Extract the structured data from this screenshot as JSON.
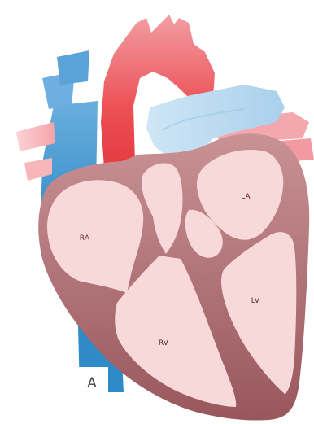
{
  "diagram": {
    "labels": {
      "right_atrium": "RA",
      "left_atrium": "LA",
      "right_ventricle": "RV",
      "left_ventricle": "LV"
    },
    "panel_letter": "A",
    "colors": {
      "aorta": "#e8474c",
      "pulmonary_artery": "#b8d8ee",
      "vena_cava": "#2f8bc8",
      "pulmonary_veins": "#f29aa0",
      "myocardium": "#a56468",
      "chamber_fill": "#f8d9d9"
    }
  }
}
